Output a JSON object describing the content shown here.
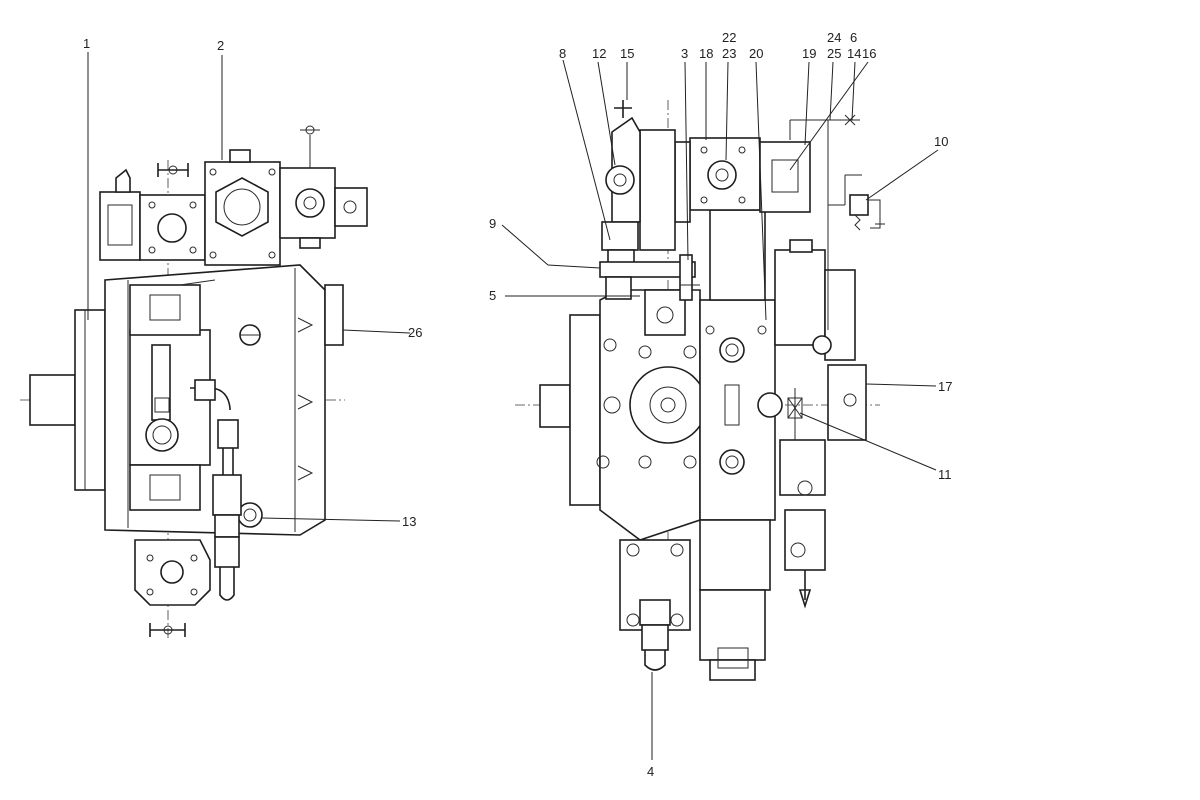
{
  "callouts": {
    "n1": "1",
    "n2": "2",
    "n3": "3",
    "n4": "4",
    "n5": "5",
    "n6": "6",
    "n8": "8",
    "n9": "9",
    "n10": "10",
    "n11": "11",
    "n12": "12",
    "n13": "13",
    "n14": "14",
    "n15": "15",
    "n16": "16",
    "n17": "17",
    "n18": "18",
    "n19": "19",
    "n20": "20",
    "n22": "22",
    "n23": "23",
    "n24": "24",
    "n25": "25",
    "n26": "26"
  },
  "colors": {
    "line": "#1e1e1e",
    "background": "#ffffff"
  }
}
